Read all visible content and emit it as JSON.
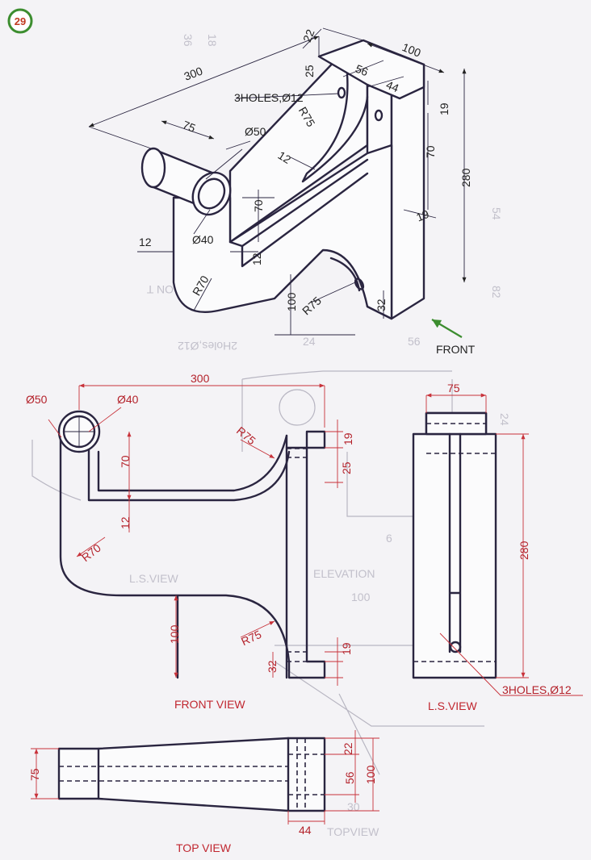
{
  "problem_number": "29",
  "colors": {
    "badge": "#3c8d2f",
    "object_line": "#2a2540",
    "dimension": "#c8323a",
    "label": "#c0262f",
    "arrow": "#3c8d2f"
  },
  "iso": {
    "dims": {
      "d300": "300",
      "d22": "22",
      "d100": "100",
      "d56": "56",
      "d44": "44",
      "d25": "25",
      "d19a": "19",
      "d75a": "75",
      "d50": "Ø50",
      "r75a": "R75",
      "d12a": "12",
      "d70a": "70",
      "d280": "280",
      "d19b": "19",
      "d12b": "12",
      "d40": "Ø40",
      "d12c": "12",
      "r70": "R70",
      "d100b": "100",
      "r75b": "R75",
      "d32": "32",
      "d70b": "70"
    },
    "holes": "3HOLES,Ø12",
    "front_label": "FRONT"
  },
  "front": {
    "dims": {
      "d300": "300",
      "d50": "Ø50",
      "d40": "Ø40",
      "r75a": "R75",
      "d19a": "19",
      "d70": "70",
      "d25": "25",
      "d12": "12",
      "r70": "R70",
      "d100": "100",
      "r75b": "R75",
      "d19b": "19",
      "d32": "32"
    },
    "label": "FRONT VIEW"
  },
  "ls": {
    "dims": {
      "d75": "75",
      "d280": "280"
    },
    "holes": "3HOLES,Ø12",
    "label": "L.S.VIEW"
  },
  "top": {
    "dims": {
      "d75": "75",
      "d22": "22",
      "d56": "56",
      "d100": "100",
      "d44": "44"
    },
    "label": "TOP VIEW"
  },
  "ghost": [
    "ELEVATION",
    "100",
    "L.S.VIEW",
    "TOPVIEW",
    "2Holes,Ø12",
    "56",
    "24",
    "30",
    "6",
    "18",
    "36",
    "24",
    "54",
    "82",
    "ON T"
  ]
}
